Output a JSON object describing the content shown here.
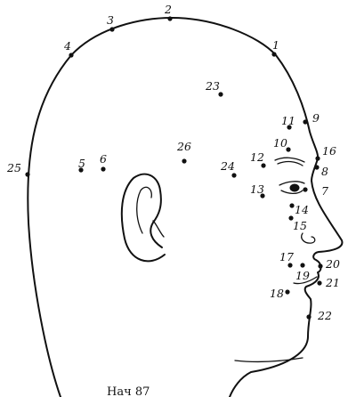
{
  "diagram": {
    "caption": "Нач 87",
    "points": [
      {
        "id": "1",
        "label": "1"
      },
      {
        "id": "2",
        "label": "2"
      },
      {
        "id": "3",
        "label": "3"
      },
      {
        "id": "4",
        "label": "4"
      },
      {
        "id": "5",
        "label": "5"
      },
      {
        "id": "6",
        "label": "6"
      },
      {
        "id": "7",
        "label": "7"
      },
      {
        "id": "8",
        "label": "8"
      },
      {
        "id": "9",
        "label": "9"
      },
      {
        "id": "10",
        "label": "10"
      },
      {
        "id": "11",
        "label": "11"
      },
      {
        "id": "12",
        "label": "12"
      },
      {
        "id": "13",
        "label": "13"
      },
      {
        "id": "14",
        "label": "14"
      },
      {
        "id": "15",
        "label": "15"
      },
      {
        "id": "16",
        "label": "16"
      },
      {
        "id": "17",
        "label": "17"
      },
      {
        "id": "18",
        "label": "18"
      },
      {
        "id": "19",
        "label": "19"
      },
      {
        "id": "20",
        "label": "20"
      },
      {
        "id": "21",
        "label": "21"
      },
      {
        "id": "22",
        "label": "22"
      },
      {
        "id": "23",
        "label": "23"
      },
      {
        "id": "24",
        "label": "24"
      },
      {
        "id": "25",
        "label": "25"
      },
      {
        "id": "26",
        "label": "26"
      }
    ]
  }
}
